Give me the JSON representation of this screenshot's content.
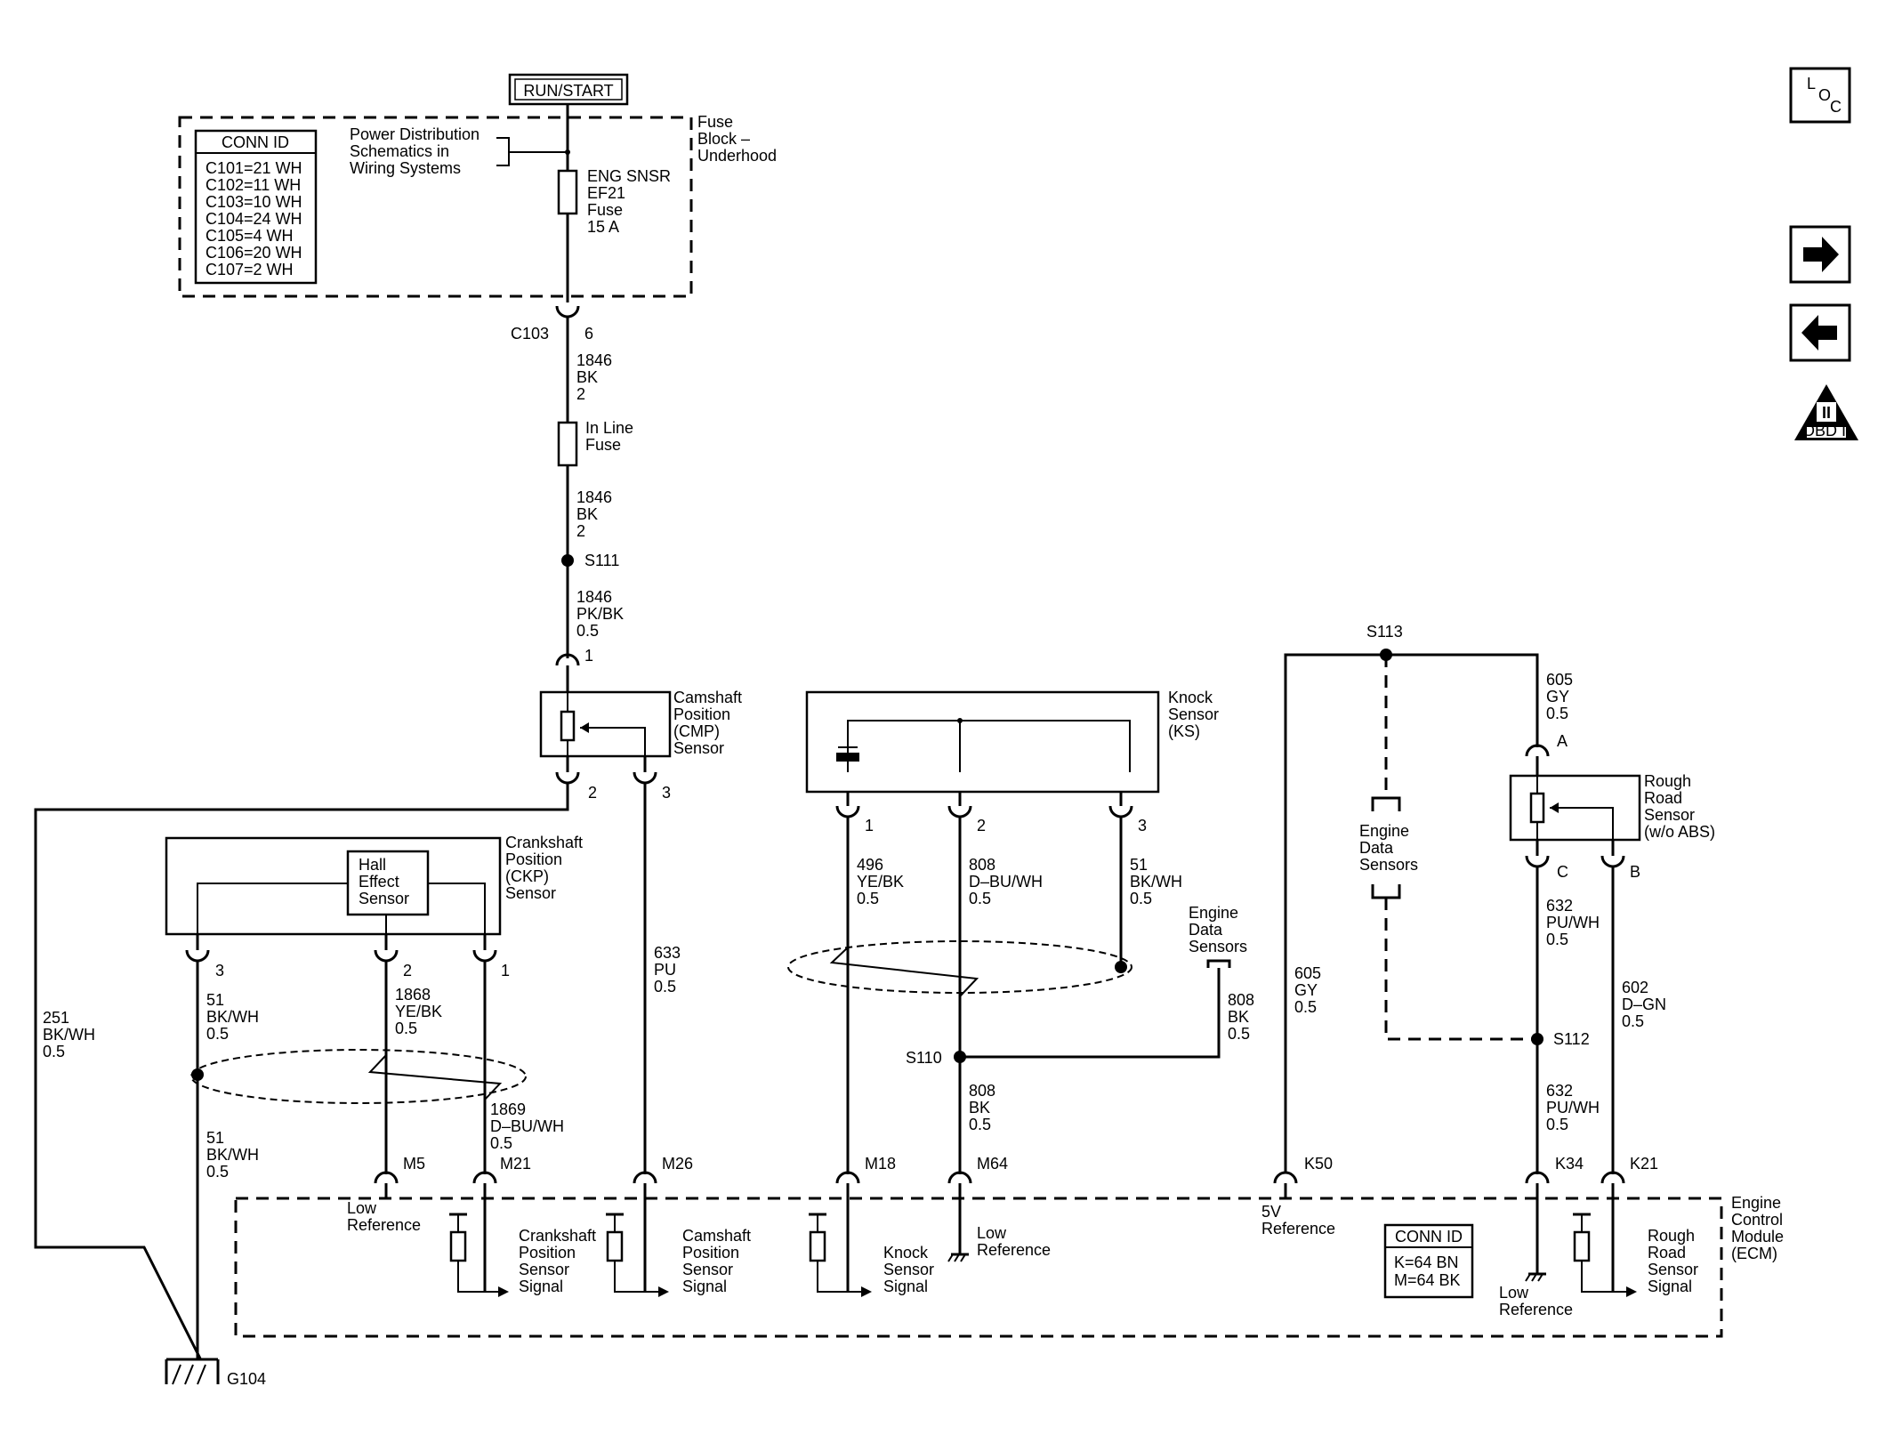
{
  "header": {
    "run_start": "RUN/START"
  },
  "fuse_block": {
    "title": [
      "Fuse",
      "Block –",
      "Underhood"
    ],
    "conn_id": {
      "title": "CONN ID",
      "rows": [
        "C101=21 WH",
        "C102=11 WH",
        "C103=10 WH",
        "C104=24 WH",
        "C105=4 WH",
        "C106=20 WH",
        "C107=2 WH"
      ]
    },
    "power_ref": [
      "Power Distribution",
      "Schematics in",
      "Wiring Systems"
    ],
    "fuse": [
      "ENG SNSR",
      "EF21",
      "Fuse",
      "15 A"
    ]
  },
  "connectors": {
    "c103": "C103",
    "c103_pin": "6"
  },
  "wires": {
    "w1846_a": [
      "1846",
      "BK",
      "2"
    ],
    "w1846_b": [
      "1846",
      "BK",
      "2"
    ],
    "w1846_c": [
      "1846",
      "PK/BK",
      "0.5"
    ],
    "w251": [
      "251",
      "BK/WH",
      "0.5"
    ],
    "w633": [
      "633",
      "PU",
      "0.5"
    ],
    "w51_top": [
      "51",
      "BK/WH",
      "0.5"
    ],
    "w1868": [
      "1868",
      "YE/BK",
      "0.5"
    ],
    "w51_bot": [
      "51",
      "BK/WH",
      "0.5"
    ],
    "w1869": [
      "1869",
      "D–BU/WH",
      "0.5"
    ],
    "w496": [
      "496",
      "YE/BK",
      "0.5"
    ],
    "w808_top": [
      "808",
      "D–BU/WH",
      "0.5"
    ],
    "w51_ks": [
      "51",
      "BK/WH",
      "0.5"
    ],
    "w808_eds": [
      "808",
      "BK",
      "0.5"
    ],
    "w808_bot": [
      "808",
      "BK",
      "0.5"
    ],
    "w605_left": [
      "605",
      "GY",
      "0.5"
    ],
    "w605_right": [
      "605",
      "GY",
      "0.5"
    ],
    "w632_top": [
      "632",
      "PU/WH",
      "0.5"
    ],
    "w632_bot": [
      "632",
      "PU/WH",
      "0.5"
    ],
    "w602": [
      "602",
      "D–GN",
      "0.5"
    ]
  },
  "inline_fuse": [
    "In Line",
    "Fuse"
  ],
  "splices": {
    "s111": "S111",
    "s110": "S110",
    "s113": "S113",
    "s112": "S112"
  },
  "cmp_sensor": {
    "label": [
      "Camshaft",
      "Position",
      "(CMP)",
      "Sensor"
    ],
    "pins": [
      "1",
      "2",
      "3"
    ]
  },
  "ckp_sensor": {
    "label": [
      "Crankshaft",
      "Position",
      "(CKP)",
      "Sensor"
    ],
    "hall": [
      "Hall",
      "Effect",
      "Sensor"
    ],
    "pins": [
      "3",
      "2",
      "1"
    ]
  },
  "knock_sensor": {
    "label": [
      "Knock",
      "Sensor",
      "(KS)"
    ],
    "pins": [
      "1",
      "2",
      "3"
    ]
  },
  "engine_data_sensors": [
    "Engine",
    "Data",
    "Sensors"
  ],
  "rough_road": {
    "label": [
      "Rough",
      "Road",
      "Sensor",
      "(w/o ABS)"
    ],
    "pins": [
      "A",
      "C",
      "B"
    ]
  },
  "ecm": {
    "title": [
      "Engine",
      "Control",
      "Module",
      "(ECM)"
    ],
    "pins": [
      "M5",
      "M21",
      "M26",
      "M18",
      "M64",
      "K50",
      "K34",
      "K21"
    ],
    "low_ref_1": [
      "Low",
      "Reference"
    ],
    "ckp_signal": [
      "Crankshaft",
      "Position",
      "Sensor",
      "Signal"
    ],
    "cmp_signal": [
      "Camshaft",
      "Position",
      "Sensor",
      "Signal"
    ],
    "ks_signal": [
      "Knock",
      "Sensor",
      "Signal"
    ],
    "low_ref_2": [
      "Low",
      "Reference"
    ],
    "ref_5v": [
      "5V",
      "Reference"
    ],
    "conn_id": {
      "title": "CONN ID",
      "rows": [
        "K=64 BN",
        "M=64 BK"
      ]
    },
    "low_ref_3": [
      "Low",
      "Reference"
    ],
    "rr_signal": [
      "Rough",
      "Road",
      "Sensor",
      "Signal"
    ]
  },
  "ground": "G104",
  "nav": {
    "loc": [
      "L",
      "O",
      "C"
    ],
    "obd": "OBD II",
    "obd_num": "II"
  }
}
